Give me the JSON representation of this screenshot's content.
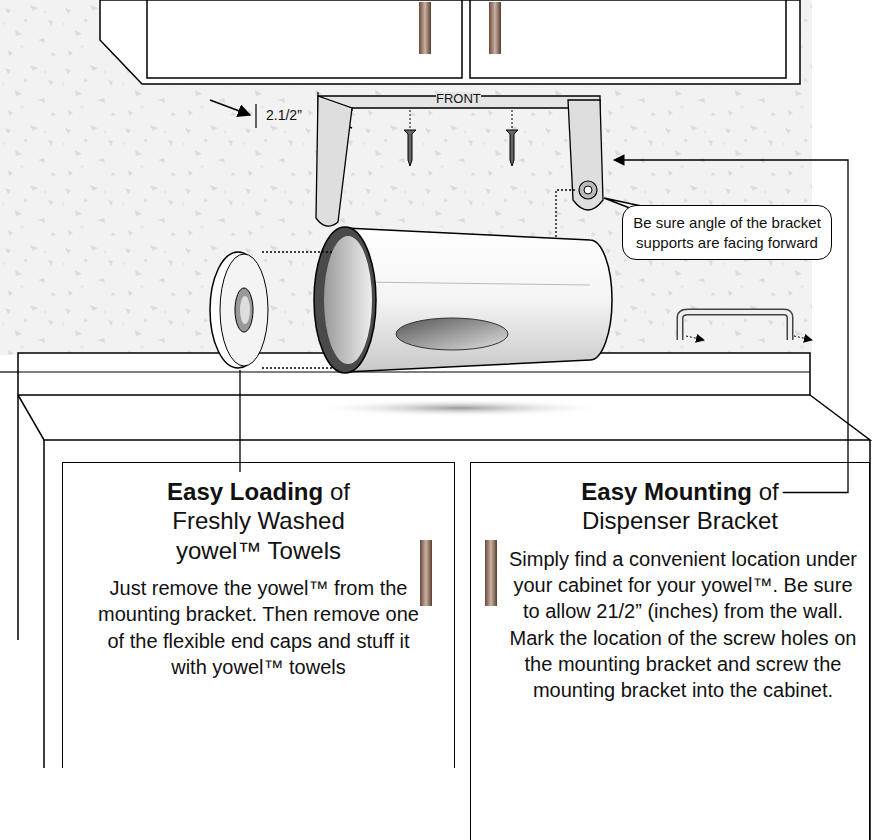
{
  "diagram": {
    "nodes": [
      {
        "text": [
          "Be sure angle of the bracket supports are facing forward"
        ]
      },
      {
        "text": [
          "Easy Loading",
          "of Freshly Washed yowel™ Towels",
          "Just remove the yowel™ from the mounting bracket. Then remove one of the flexible end caps and stuff it with yowel™ towels"
        ]
      },
      {
        "text": [
          "Easy Mounting",
          "of Dispenser Bracket",
          "Simply find a convenient location under your cabinet for your yowel™. Be sure to allow 21/2” (inches) from the wall. Mark the location of the screw holes on the mounting bracket and screw the mounting bracket into the cabinet."
        ]
      }
    ],
    "edges": [],
    "labels": [
      "2.1/2”",
      "FRONT"
    ]
  }
}
